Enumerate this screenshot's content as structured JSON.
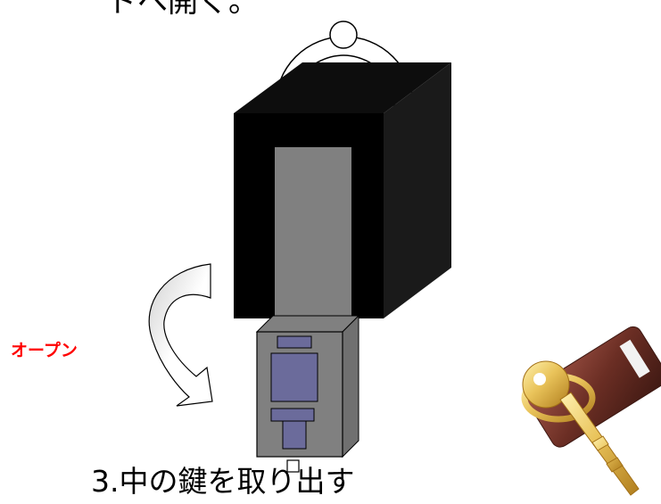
{
  "labels": {
    "top_text": "ドへ開く。",
    "open_label": "オープン",
    "step_text": "3.中の鍵を取り出す"
  },
  "colors": {
    "box_front": "#000000",
    "box_side": "#1a1a1a",
    "box_top": "#0d0d0d",
    "slot": "#808080",
    "lock_body": "#808080",
    "lock_part": "#6b6b9b",
    "open_text": "#ff0000",
    "key_tag": "#6b2e24",
    "key_metal": "#e0b84a"
  },
  "icons": {
    "handle": "handle-icon",
    "person": "person-icon",
    "arrow": "curved-arrow-icon",
    "key": "key-icon"
  }
}
